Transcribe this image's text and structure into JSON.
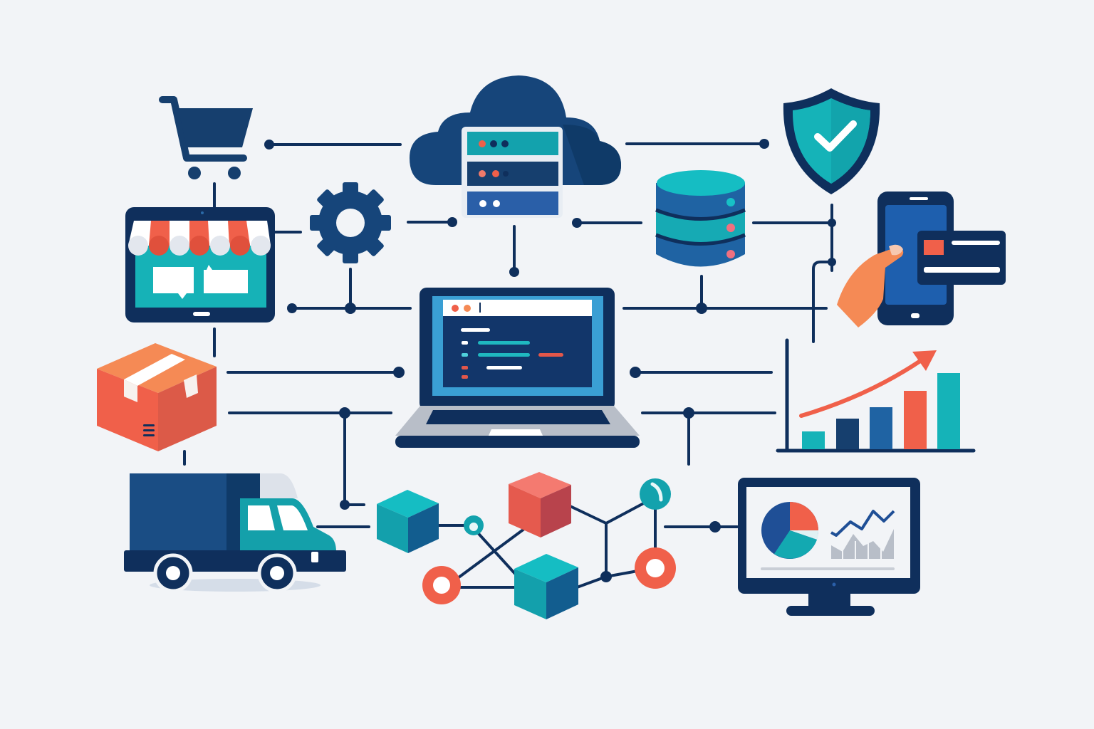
{
  "illustration": {
    "title": "E-commerce technology network",
    "background": "#f2f4f7",
    "palette": {
      "navy": "#0f2f5c",
      "blue": "#1e4f8a",
      "mid_blue": "#2a5fa8",
      "teal": "#13aab3",
      "coral": "#f0604a",
      "orange": "#f58a55",
      "gray": "#b8bec8",
      "white": "#ffffff"
    },
    "nodes": [
      {
        "id": "shopping-cart",
        "label": "Shopping cart"
      },
      {
        "id": "cloud-server",
        "label": "Cloud server"
      },
      {
        "id": "security-shield",
        "label": "Security shield with checkmark"
      },
      {
        "id": "online-store-tablet",
        "label": "Online store tablet"
      },
      {
        "id": "settings-gear",
        "label": "Settings gear"
      },
      {
        "id": "database",
        "label": "Database"
      },
      {
        "id": "mobile-payment",
        "label": "Mobile payment with card"
      },
      {
        "id": "laptop-code",
        "label": "Laptop with code editor"
      },
      {
        "id": "shipping-box",
        "label": "Shipping package"
      },
      {
        "id": "growth-chart",
        "label": "Growth bar chart"
      },
      {
        "id": "delivery-truck",
        "label": "Delivery truck"
      },
      {
        "id": "blockchain-network",
        "label": "Blockchain cube network"
      },
      {
        "id": "analytics-monitor",
        "label": "Analytics dashboard monitor"
      }
    ]
  }
}
